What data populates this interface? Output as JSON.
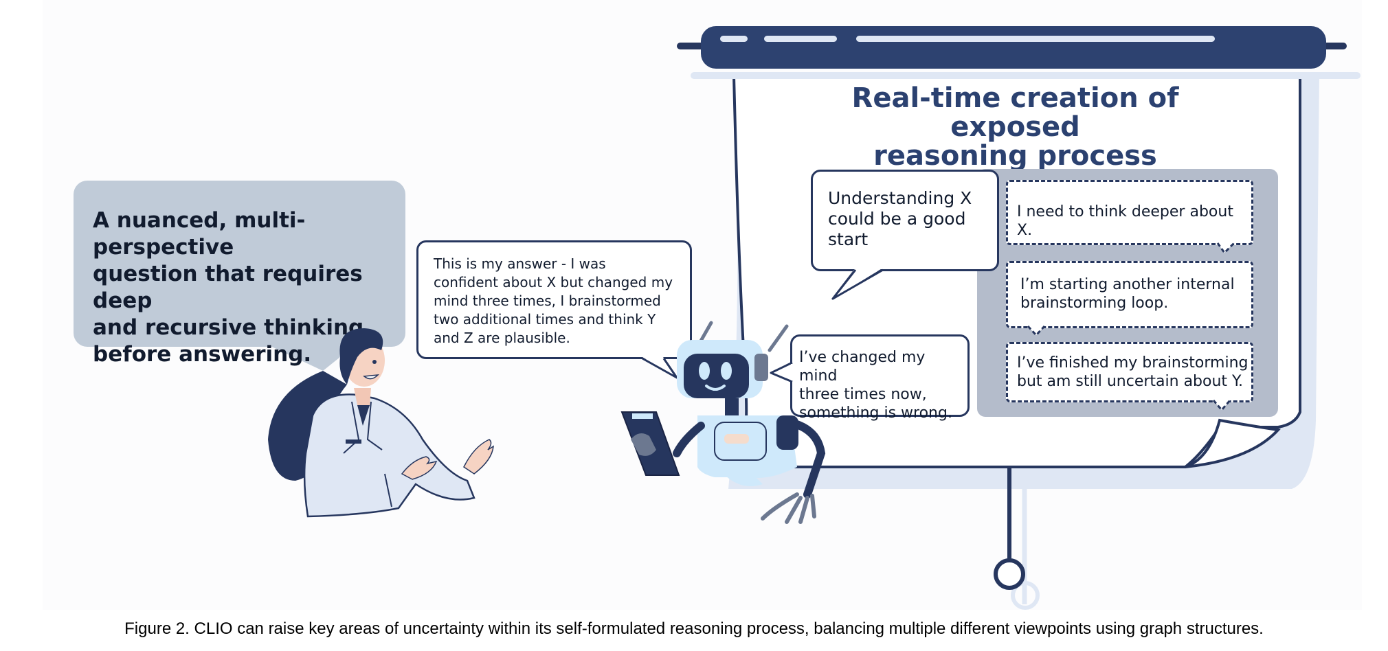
{
  "board": {
    "title_line1": "Real-time creation of exposed",
    "title_line2": "reasoning process"
  },
  "question": {
    "lines": [
      "A nuanced, multi-perspective",
      "question that requires deep",
      "and recursive thinking",
      "before answering."
    ]
  },
  "answer_bubble": {
    "lines": [
      "This is my answer - I was",
      "confident about X but changed my",
      "mind three times, I brainstormed",
      "two additional times and think Y",
      "and Z are plausible."
    ]
  },
  "robot_bubble": {
    "lines": [
      "I’ve changed my mind",
      "three times now,",
      "something is wrong."
    ]
  },
  "understanding_bubble": {
    "lines": [
      "Understanding X",
      "could be a good",
      "start"
    ]
  },
  "thoughts": [
    {
      "lines": [
        "I need to think deeper about X."
      ]
    },
    {
      "lines": [
        "I’m  starting another internal",
        "brainstorming loop."
      ]
    },
    {
      "lines": [
        "I’ve finished my brainstorming",
        "but am still uncertain about Y."
      ]
    }
  ],
  "caption": "Figure 2. CLIO can raise key areas of uncertainty within its self-formulated reasoning process, balancing multiple different viewpoints using graph structures.",
  "colors": {
    "navy": "#26365e",
    "board_title": "#2b4170",
    "question_bg": "#c0cbd8",
    "grey_panel": "#b4bccb",
    "light_blue": "#dfe7f4",
    "robot_light": "#cfe9fb"
  },
  "icons": [
    "scientist-woman-illustration",
    "robot-illustration",
    "clipboard-icon",
    "projector-screen"
  ]
}
